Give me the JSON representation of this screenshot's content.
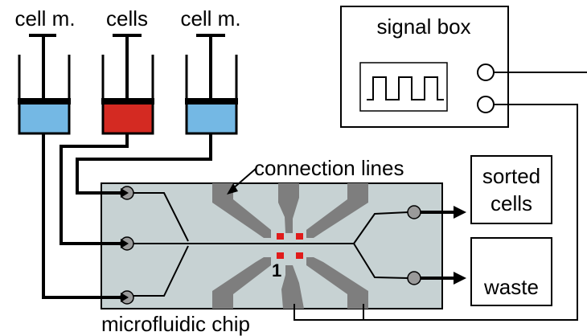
{
  "syringes": {
    "left": {
      "label": "cell m.",
      "fluid": "cell medium",
      "color": "#74b8e4"
    },
    "center": {
      "label": "cells",
      "fluid": "cells",
      "color": "#d42a22"
    },
    "right": {
      "label": "cell m.",
      "fluid": "cell medium",
      "color": "#74b8e4"
    }
  },
  "signal_box": {
    "label": "signal box",
    "waveform": "square-wave-icon"
  },
  "chip": {
    "label": "microfluidic chip",
    "connection_lines_label": "connection lines",
    "electrode_label": "1",
    "chip_color": "#c7d2d3",
    "electrode_color": "#7e7e7e",
    "electrode_pad_color": "#e01b1b"
  },
  "outputs": {
    "sorted_line1": "sorted",
    "sorted_line2": "cells",
    "waste": "waste"
  }
}
